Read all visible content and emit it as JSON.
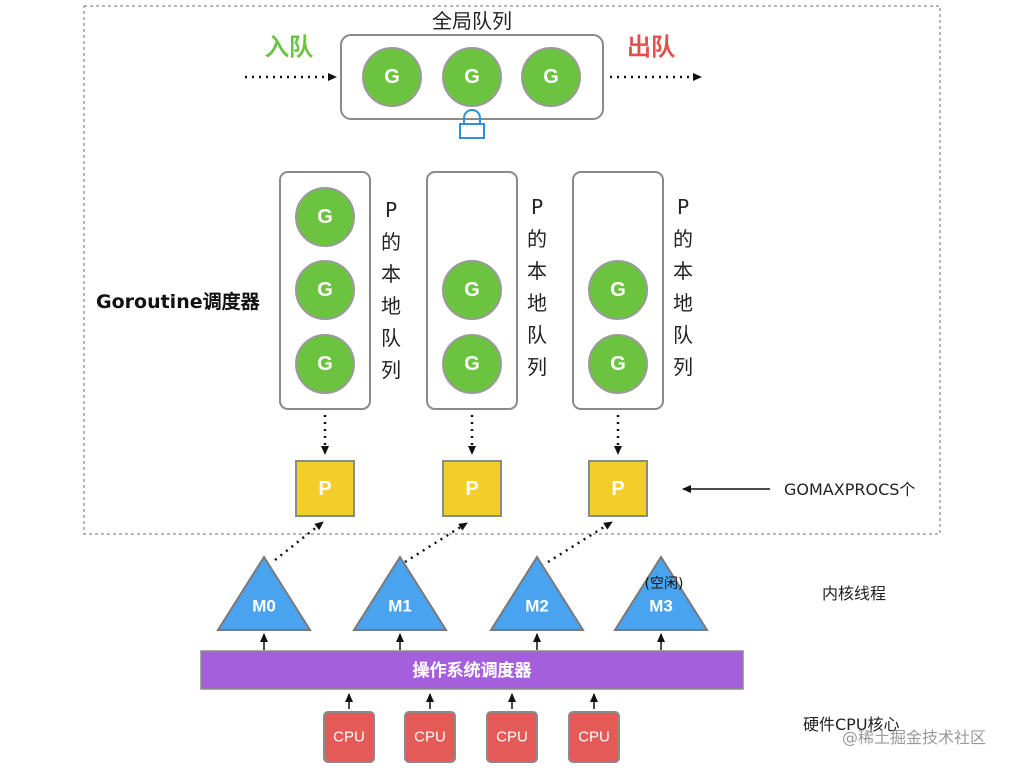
{
  "global_queue": {
    "title": "全局队列",
    "enqueue_label": "入队",
    "dequeue_label": "出队",
    "goroutines": [
      "G",
      "G",
      "G"
    ]
  },
  "scheduler_label": "Goroutine调度器",
  "local_queues": [
    {
      "goroutines": [
        "G",
        "G",
        "G"
      ],
      "label_chars": [
        "P",
        "的",
        "本",
        "地",
        "队",
        "列"
      ]
    },
    {
      "goroutines": [
        "G",
        "G"
      ],
      "label_chars": [
        "P",
        "的",
        "本",
        "地",
        "队",
        "列"
      ]
    },
    {
      "goroutines": [
        "G",
        "G"
      ],
      "label_chars": [
        "P",
        "的",
        "本",
        "地",
        "队",
        "列"
      ]
    }
  ],
  "processors": [
    "P",
    "P",
    "P"
  ],
  "gomaxprocs_label": "GOMAXPROCS个",
  "machines": [
    {
      "label": "M0",
      "note": ""
    },
    {
      "label": "M1",
      "note": ""
    },
    {
      "label": "M2",
      "note": ""
    },
    {
      "label": "M3",
      "note": "(空闲)"
    }
  ],
  "kernel_threads_label": "内核线程",
  "os_scheduler_label": "操作系统调度器",
  "cpus": [
    "CPU",
    "CPU",
    "CPU",
    "CPU"
  ],
  "hardware_label": "硬件CPU核心",
  "watermark": "@稀土掘金技术社区",
  "colors": {
    "goroutine": "#6cc340",
    "processor": "#f3cd2a",
    "machine": "#4aa3ee",
    "os_scheduler": "#a65fdc",
    "cpu": "#e35a56",
    "enqueue": "#6cc340",
    "dequeue": "#e3504c",
    "lock": "#2e8fde"
  }
}
